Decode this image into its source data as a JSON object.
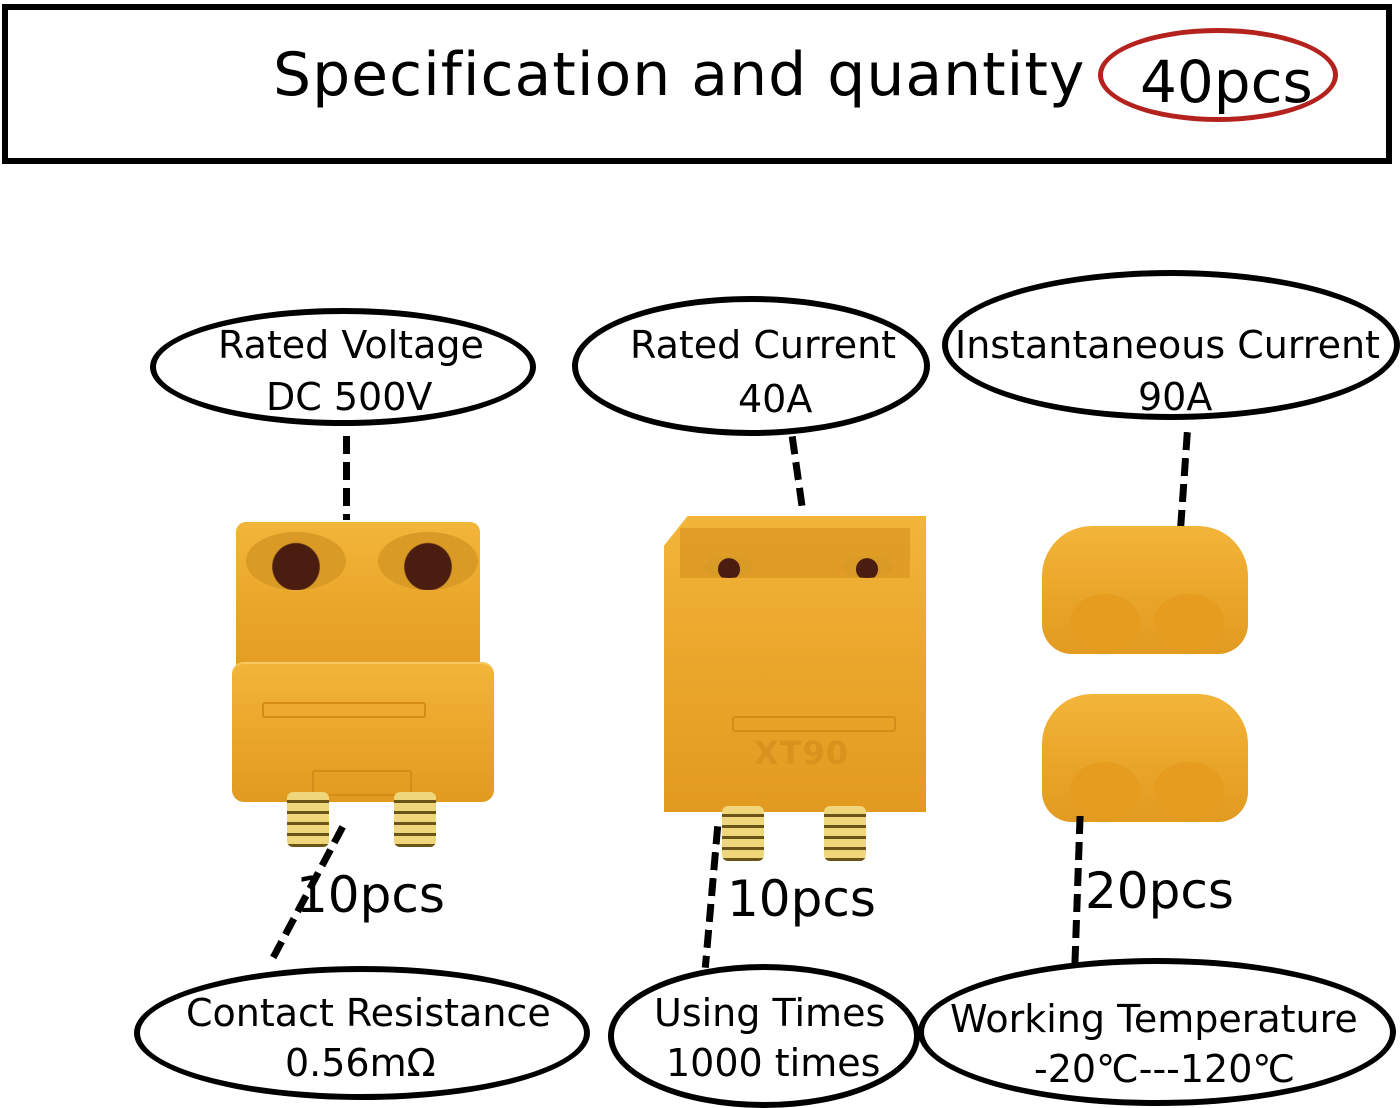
{
  "header": {
    "title": "Specification and quantity",
    "total_quantity": "40pcs",
    "quantity_ring_color": "#b3221c"
  },
  "specs_top": [
    {
      "label": "Rated Voltage",
      "value": "DC 500V"
    },
    {
      "label": "Rated Current",
      "value": "40A"
    },
    {
      "label": "Instantaneous Current",
      "value": "90A"
    }
  ],
  "products": [
    {
      "name": "female-connector",
      "quantity": "10pcs"
    },
    {
      "name": "male-connector",
      "marking": "XT90",
      "quantity": "10pcs"
    },
    {
      "name": "protective-caps",
      "quantity": "20pcs"
    }
  ],
  "specs_bottom": [
    {
      "label": "Contact Resistance",
      "value": "0.56mΩ"
    },
    {
      "label": "Using Times",
      "value": "1000 times"
    },
    {
      "label": "Working Temperature",
      "value": "-20℃---120℃"
    }
  ],
  "colors": {
    "connector_yellow": "#eaa62b",
    "pin_gold": "#f0d67a"
  }
}
